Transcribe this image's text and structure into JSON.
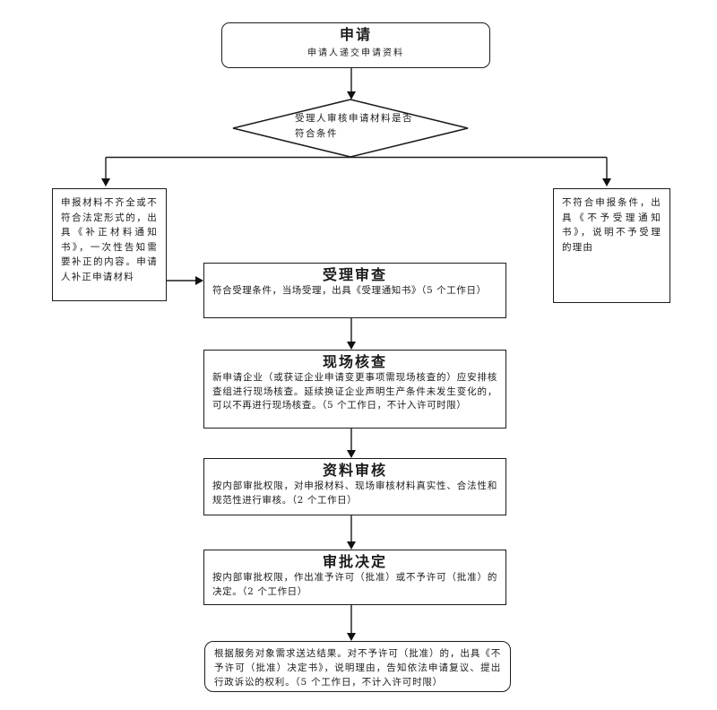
{
  "flowchart": {
    "apply": {
      "title": "申请",
      "subtitle": "申请人递交申请资料"
    },
    "decision": {
      "line1": "受理人审核申请材料是否",
      "line2": "符合条件"
    },
    "left_branch": {
      "text": "申报材料不齐全或不符合法定形式的，出具《补正材料通知书》，一次性告知需要补正的内容。申请人补正申请材料"
    },
    "right_branch": {
      "text": "不符合申报条件，出具《不予受理通知书》，说明不予受理的理由"
    },
    "steps": [
      {
        "title": "受理审查",
        "body": "符合受理条件，当场受理，出具《受理通知书》（5 个工作日）"
      },
      {
        "title": "现场核查",
        "body": "新申请企业（或获证企业申请变更事项需现场核查的）应安排核查组进行现场核查。延续换证企业声明生产条件未发生变化的，可以不再进行现场核查。（5 个工作日，不计入许可时限）"
      },
      {
        "title": "资料审核",
        "body": "按内部审批权限，对申报材料、现场审核材料真实性、合法性和规范性进行审核。（2 个工作日）"
      },
      {
        "title": "审批决定",
        "body": "按内部审批权限，作出准予许可（批准）或不予许可（批准）的决定。（2 个工作日）"
      }
    ],
    "result": {
      "text": "根据服务对象需求送达结果。对不予许可（批准）的，出具《不予许可（批准）决定书》，说明理由，告知依法申请复议、提出行政诉讼的权利。（5 个工作日，不计入许可时限）"
    },
    "colors": {
      "line": "#1b1b1b",
      "text": "#1b1b1b",
      "background": "#ffffff"
    }
  }
}
